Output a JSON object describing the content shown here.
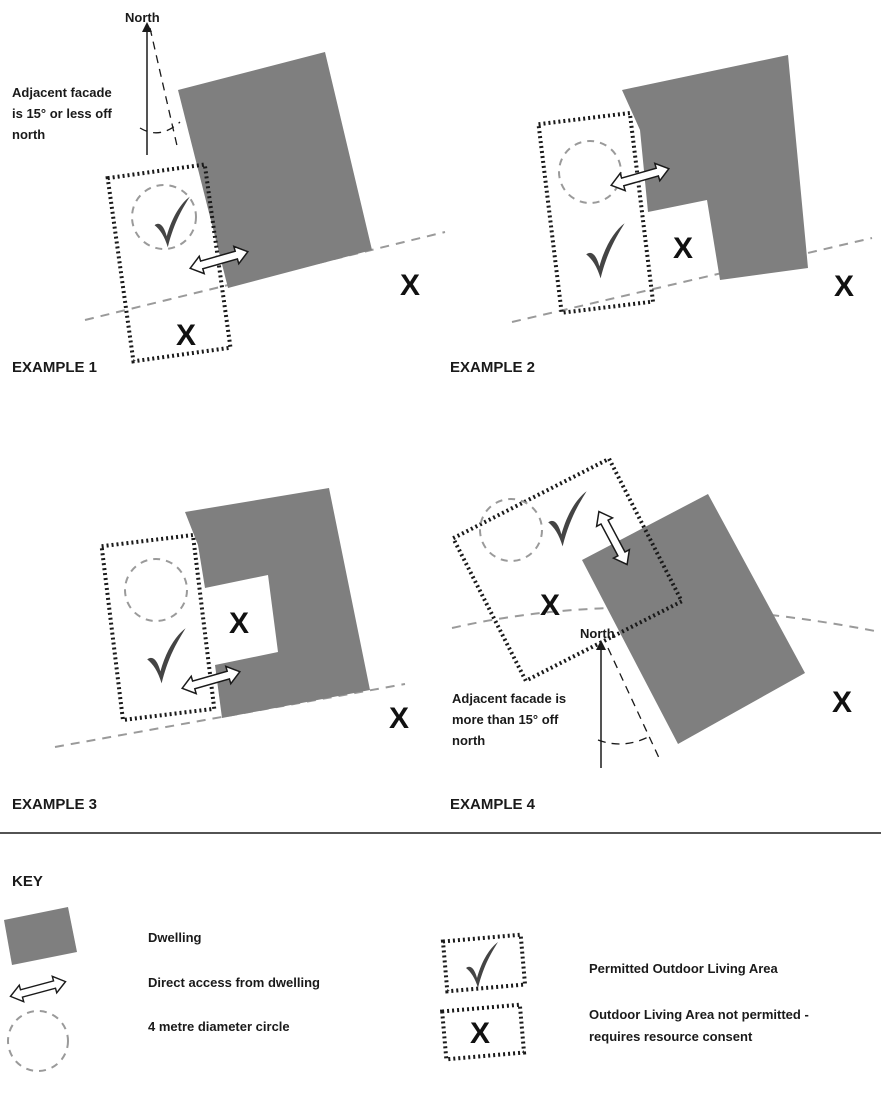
{
  "examples": [
    {
      "label": "EXAMPLE 1",
      "x_marks": [
        "X",
        "X"
      ],
      "north_label": "North",
      "note_lines": [
        "Adjacent facade",
        "is 15° or less off",
        "north"
      ]
    },
    {
      "label": "EXAMPLE 2",
      "x_marks": [
        "X",
        "X"
      ]
    },
    {
      "label": "EXAMPLE 3",
      "x_marks": [
        "X",
        "X"
      ]
    },
    {
      "label": "EXAMPLE 4",
      "x_marks": [
        "X",
        "X"
      ],
      "north_label": "North",
      "note_lines": [
        "Adjacent facade is",
        "more than 15° off",
        "north"
      ]
    }
  ],
  "key": {
    "title": "KEY",
    "items": [
      {
        "icon": "dwelling-swatch",
        "label": "Dwelling"
      },
      {
        "icon": "double-arrow-icon",
        "label": "Direct access from dwelling"
      },
      {
        "icon": "dashed-circle-icon",
        "label": "4 metre diameter circle"
      },
      {
        "icon": "permitted-area-icon",
        "label": "Permitted Outdoor Living Area"
      },
      {
        "icon": "not-permitted-area-icon",
        "label_lines": [
          "Outdoor Living Area not permitted -",
          "requires resource consent"
        ],
        "mark": "X"
      }
    ]
  },
  "colors": {
    "dwelling": "#7f7f7f",
    "ground": "#9a9a9a",
    "outline": "#1a1a1a",
    "tick": "#444444"
  }
}
